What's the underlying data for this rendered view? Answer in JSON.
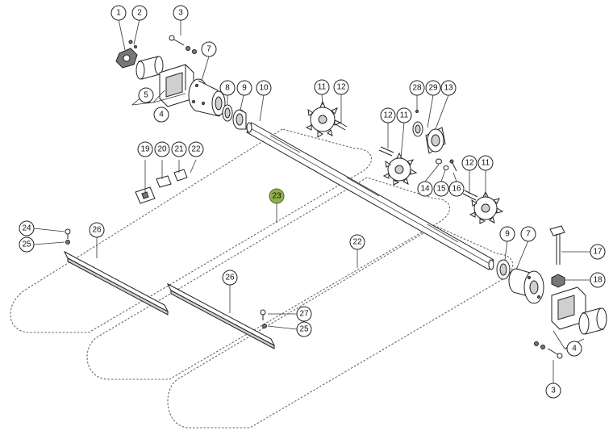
{
  "callouts": [
    {
      "id": "c1",
      "label": "1"
    },
    {
      "id": "c2",
      "label": "2"
    },
    {
      "id": "c3a",
      "label": "3"
    },
    {
      "id": "c3b",
      "label": "3"
    },
    {
      "id": "c4a",
      "label": "4"
    },
    {
      "id": "c4b",
      "label": "4"
    },
    {
      "id": "c5",
      "label": "5"
    },
    {
      "id": "c7a",
      "label": "7"
    },
    {
      "id": "c7b",
      "label": "7"
    },
    {
      "id": "c8",
      "label": "8"
    },
    {
      "id": "c9a",
      "label": "9"
    },
    {
      "id": "c9b",
      "label": "9"
    },
    {
      "id": "c10",
      "label": "10"
    },
    {
      "id": "c11a",
      "label": "11"
    },
    {
      "id": "c11b",
      "label": "11"
    },
    {
      "id": "c11c",
      "label": "11"
    },
    {
      "id": "c12a",
      "label": "12"
    },
    {
      "id": "c12b",
      "label": "12"
    },
    {
      "id": "c12c",
      "label": "12"
    },
    {
      "id": "c13",
      "label": "13"
    },
    {
      "id": "c14",
      "label": "14"
    },
    {
      "id": "c15",
      "label": "15"
    },
    {
      "id": "c16",
      "label": "16"
    },
    {
      "id": "c17",
      "label": "17"
    },
    {
      "id": "c18",
      "label": "18"
    },
    {
      "id": "c19",
      "label": "19"
    },
    {
      "id": "c20",
      "label": "20"
    },
    {
      "id": "c21",
      "label": "21"
    },
    {
      "id": "c22a",
      "label": "22"
    },
    {
      "id": "c22b",
      "label": "22"
    },
    {
      "id": "c23",
      "label": "23"
    },
    {
      "id": "c24",
      "label": "24"
    },
    {
      "id": "c25a",
      "label": "25"
    },
    {
      "id": "c25b",
      "label": "25"
    },
    {
      "id": "c26a",
      "label": "26"
    },
    {
      "id": "c26b",
      "label": "26"
    },
    {
      "id": "c27",
      "label": "27"
    },
    {
      "id": "c28",
      "label": "28"
    },
    {
      "id": "c29",
      "label": "29"
    }
  ],
  "colors": {
    "highlight": "#8fb04a",
    "line": "#222222"
  }
}
